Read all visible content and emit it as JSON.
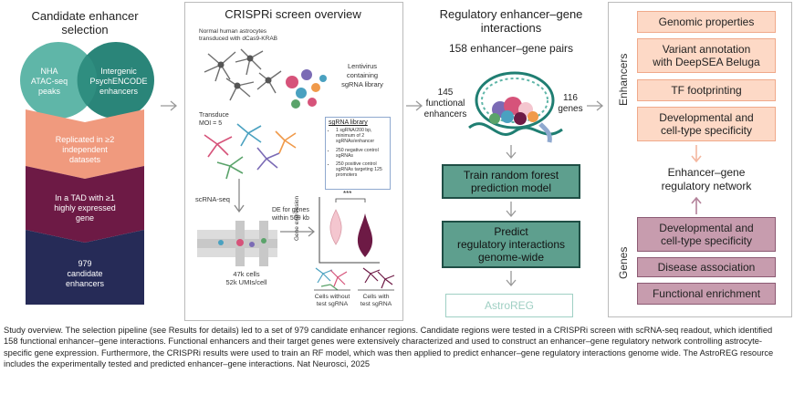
{
  "candidate": {
    "title_line1": "Candidate enhancer",
    "title_line2": "selection",
    "circle_left": [
      "NHA",
      "ATAC-seq",
      "peaks"
    ],
    "circle_right": [
      "Intergenic",
      "PsychENCODE",
      "enhancers"
    ],
    "step1": [
      "Replicated in ≥2",
      "independent",
      "datasets"
    ],
    "step2": [
      "In a TAD with ≥1",
      "highly expressed",
      "gene"
    ],
    "step3": [
      "979",
      "candidate",
      "enhancers"
    ]
  },
  "crispri": {
    "title": "CRISPRi screen overview",
    "astro_label": [
      "Normal human astrocytes",
      "transduced with dCas9-KRAB"
    ],
    "lenti_label": [
      "Lentivirus",
      "containing",
      "sgRNA library"
    ],
    "transduce": [
      "Transduce",
      "MOI = 5"
    ],
    "library_title": "sgRNA library",
    "library_items": [
      "1 sgRNA/200 bp, minimum of 2 sgRNAs/enhancer",
      "250 negative control sgRNAs",
      "250 positive control sgRNAs targeting 125 promoters"
    ],
    "scrna": "scRNA-seq",
    "de_label": [
      "DE for genes",
      "within 500 kb"
    ],
    "significance": "***",
    "gene_expression": "Gene expression",
    "cells": [
      "47k cells",
      "52k UMIs/cell"
    ],
    "cells_without": [
      "Cells without",
      "test sgRNA"
    ],
    "cells_with": [
      "Cells with",
      "test sgRNA"
    ]
  },
  "regulatory": {
    "title_line1": "Regulatory enhancer–gene",
    "title_line2": "interactions",
    "pairs": "158 enhancer–gene pairs",
    "functional": [
      "145",
      "functional",
      "enhancers"
    ],
    "genes": [
      "116",
      "genes"
    ],
    "train": [
      "Train random forest",
      "prediction model"
    ],
    "predict": [
      "Predict",
      "regulatory interactions",
      "genome-wide"
    ],
    "astroreg": "AstroREG"
  },
  "characterization": {
    "enhancers_label": "Enhancers",
    "genes_label": "Genes",
    "enhancer_boxes": [
      [
        "Genomic properties"
      ],
      [
        "Variant annotation",
        "with DeepSEA Beluga"
      ],
      [
        "TF footprinting"
      ],
      [
        "Developmental and",
        "cell-type specificity"
      ]
    ],
    "network": [
      "Enhancer–gene",
      "regulatory network"
    ],
    "gene_boxes": [
      [
        "Developmental and",
        "cell-type specificity"
      ],
      [
        "Disease association"
      ],
      [
        "Functional enrichment"
      ]
    ]
  },
  "colors": {
    "circle_teal": "#5fb6a8",
    "circle_dark": "#1f7e72",
    "salmon": "#f09a7e",
    "maroon": "#6d1a45",
    "navy": "#262b57",
    "green_box": "#5e9f8e",
    "peach": "#fdd9c6",
    "mauve": "#c79cae"
  },
  "caption": "Study overview. The selection pipeline (see Results for details) led to a set of 979 candidate enhancer regions. Candidate regions were tested in a CRISPRi screen with scRNA-seq readout, which identified 158 functional enhancer–gene interactions. Functional enhancers and their target genes were extensively characterized and used to construct an enhancer–gene regulatory network controlling astrocyte-specific gene expression. Furthermore, the CRISPRi results were used to train an RF model, which was then applied to predict enhancer–gene regulatory interactions genome wide. The AstroREG resource includes the experimentally tested and predicted enhancer–gene interactions. Nat Neurosci, 2025"
}
